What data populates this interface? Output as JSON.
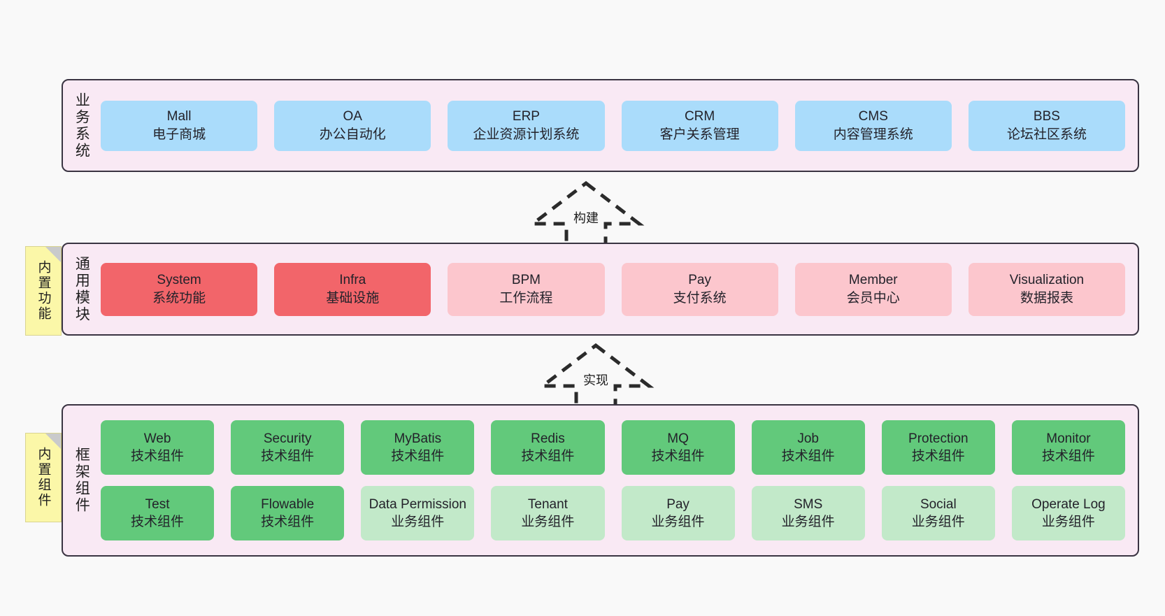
{
  "diagram": {
    "background": "#f9f9f9",
    "layer_fill": "#f9e9f4",
    "layer_stroke": "#3a3442",
    "note_fill": "#fbf7a8",
    "colors": {
      "blue": "#aadcfb",
      "red": "#f2656a",
      "pink": "#fcc6cd",
      "green": "#62c97b",
      "light_green": "#c2e9c9"
    }
  },
  "notes": [
    {
      "label": "内置功能"
    },
    {
      "label": "内置组件"
    }
  ],
  "connectors": [
    {
      "label": "构建",
      "style": "dashed-hollow-arrow-up"
    },
    {
      "label": "实现",
      "style": "dashed-hollow-arrow-up"
    }
  ],
  "layers": [
    {
      "title": "业务系统",
      "rows": [
        [
          {
            "en": "Mall",
            "cn": "电子商城",
            "color": "blue"
          },
          {
            "en": "OA",
            "cn": "办公自动化",
            "color": "blue"
          },
          {
            "en": "ERP",
            "cn": "企业资源计划系统",
            "color": "blue"
          },
          {
            "en": "CRM",
            "cn": "客户关系管理",
            "color": "blue"
          },
          {
            "en": "CMS",
            "cn": "内容管理系统",
            "color": "blue"
          },
          {
            "en": "BBS",
            "cn": "论坛社区系统",
            "color": "blue"
          }
        ]
      ]
    },
    {
      "title": "通用模块",
      "rows": [
        [
          {
            "en": "System",
            "cn": "系统功能",
            "color": "red"
          },
          {
            "en": "Infra",
            "cn": "基础设施",
            "color": "red"
          },
          {
            "en": "BPM",
            "cn": "工作流程",
            "color": "pink"
          },
          {
            "en": "Pay",
            "cn": "支付系统",
            "color": "pink"
          },
          {
            "en": "Member",
            "cn": "会员中心",
            "color": "pink"
          },
          {
            "en": "Visualization",
            "cn": "数据报表",
            "color": "pink"
          }
        ]
      ]
    },
    {
      "title": "框架组件",
      "rows": [
        [
          {
            "en": "Web",
            "cn": "技术组件",
            "color": "green"
          },
          {
            "en": "Security",
            "cn": "技术组件",
            "color": "green"
          },
          {
            "en": "MyBatis",
            "cn": "技术组件",
            "color": "green"
          },
          {
            "en": "Redis",
            "cn": "技术组件",
            "color": "green"
          },
          {
            "en": "MQ",
            "cn": "技术组件",
            "color": "green"
          },
          {
            "en": "Job",
            "cn": "技术组件",
            "color": "green"
          },
          {
            "en": "Protection",
            "cn": "技术组件",
            "color": "green"
          },
          {
            "en": "Monitor",
            "cn": "技术组件",
            "color": "green"
          }
        ],
        [
          {
            "en": "Test",
            "cn": "技术组件",
            "color": "green"
          },
          {
            "en": "Flowable",
            "cn": "技术组件",
            "color": "green"
          },
          {
            "en": "Data Permission",
            "cn": "业务组件",
            "color": "light_green"
          },
          {
            "en": "Tenant",
            "cn": "业务组件",
            "color": "light_green"
          },
          {
            "en": "Pay",
            "cn": "业务组件",
            "color": "light_green"
          },
          {
            "en": "SMS",
            "cn": "业务组件",
            "color": "light_green"
          },
          {
            "en": "Social",
            "cn": "业务组件",
            "color": "light_green"
          },
          {
            "en": "Operate Log",
            "cn": "业务组件",
            "color": "light_green"
          }
        ]
      ]
    }
  ]
}
